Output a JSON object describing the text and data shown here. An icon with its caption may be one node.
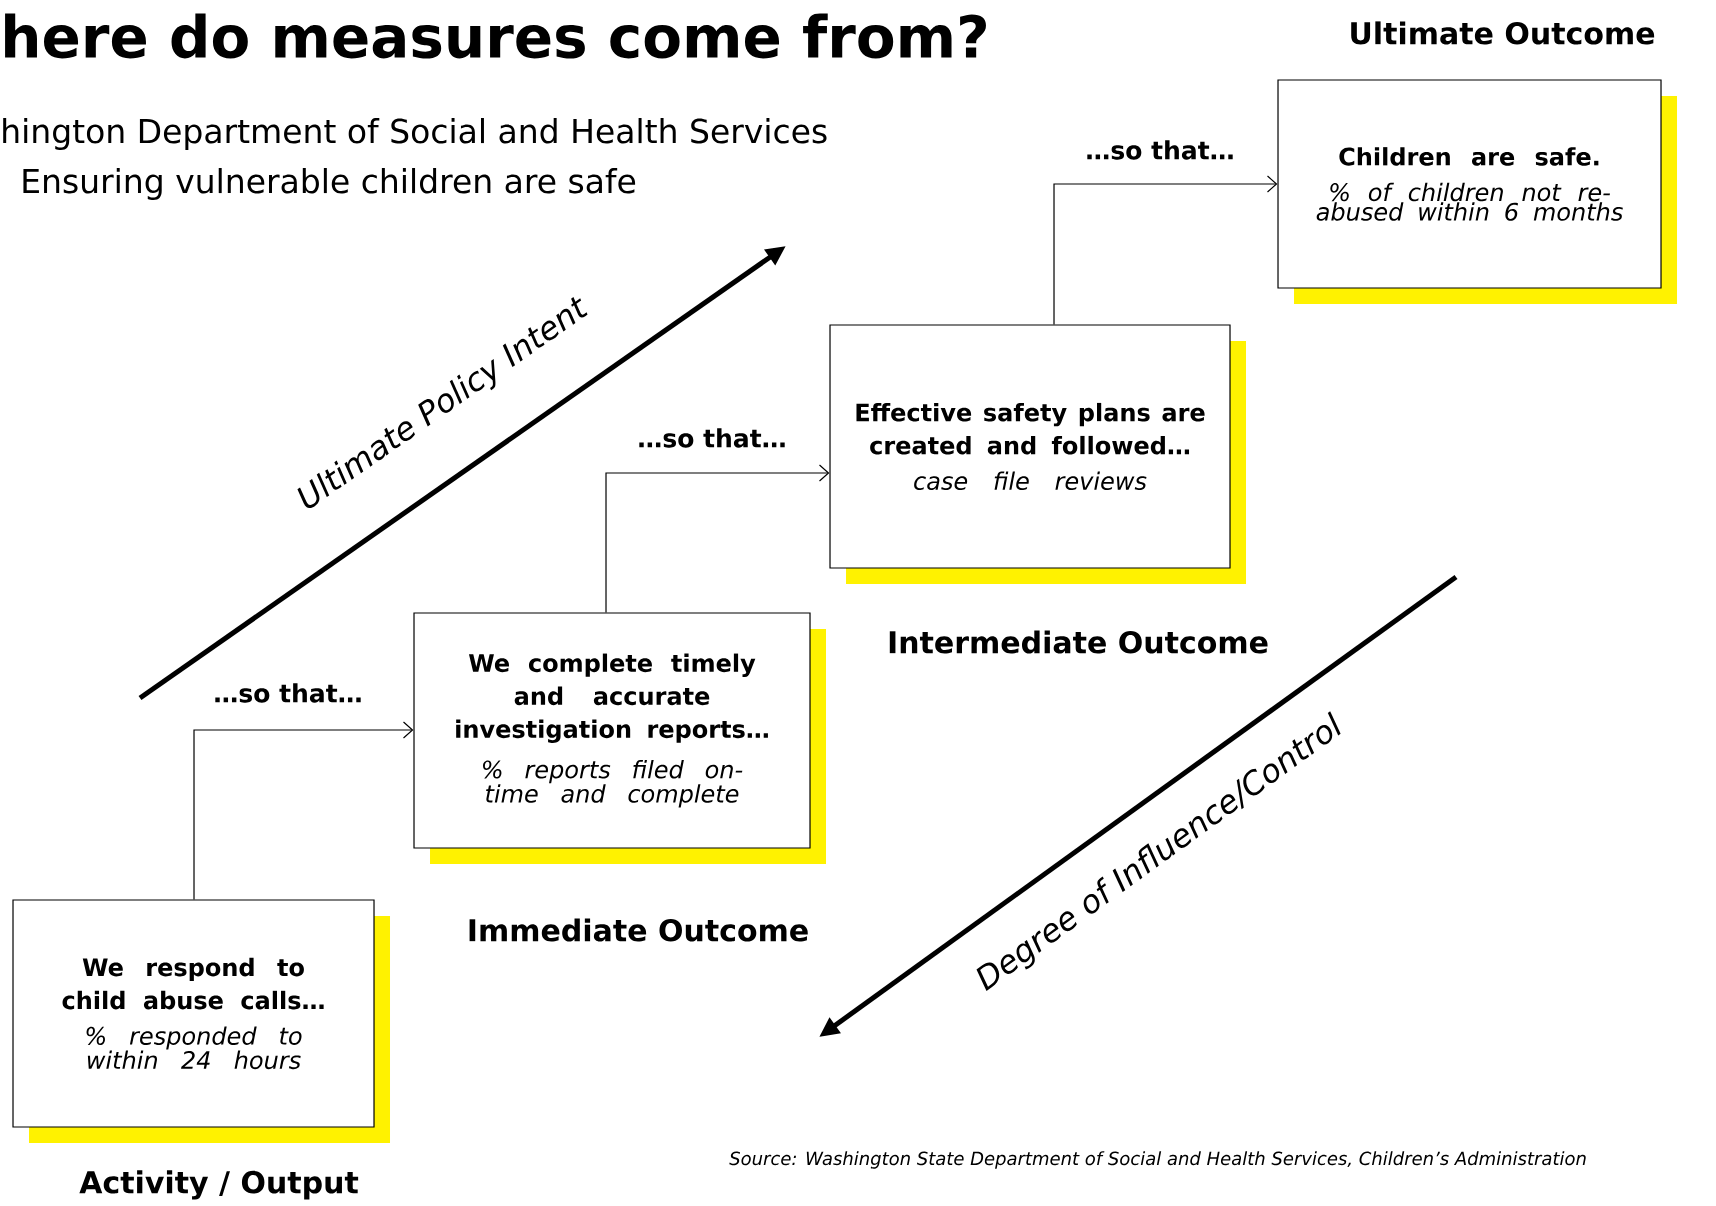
{
  "diagram": {
    "title": "here do measures come from?",
    "nodes": [
      {
        "text": [
          "We respond to child abuse calls…",
          "% responded to within 24 hours"
        ],
        "beside": [
          "Activity / Output"
        ]
      },
      {
        "text": [
          "We complete timely and accurate investigation reports…",
          "% reports filed on- time and complete"
        ],
        "beside": [
          "Immediate Outcome"
        ]
      },
      {
        "text": [
          "Effective safety plans are created and followed…",
          "case file reviews"
        ],
        "beside": [
          "Intermediate Outcome"
        ]
      },
      {
        "text": [
          "Children are safe.",
          "% of children not re- abused within 6 months"
        ],
        "beside": [
          "Ultimate Outcome"
        ]
      }
    ],
    "edges": [
      {
        "from": 0,
        "to": 1,
        "arrow": "to",
        "label": "…so that…"
      },
      {
        "from": 1,
        "to": 2,
        "arrow": "to",
        "label": "…so that…"
      },
      {
        "from": 2,
        "to": 3,
        "arrow": "to",
        "label": "…so that…"
      }
    ],
    "labels": [
      "hington Department of Social and Health Services",
      "Ensuring vulnerable children are safe",
      "Ultimate Policy Intent",
      "Degree of Influence/Control",
      "Source: Washington State Department of Social and Health Services, Children’s Administration"
    ]
  }
}
